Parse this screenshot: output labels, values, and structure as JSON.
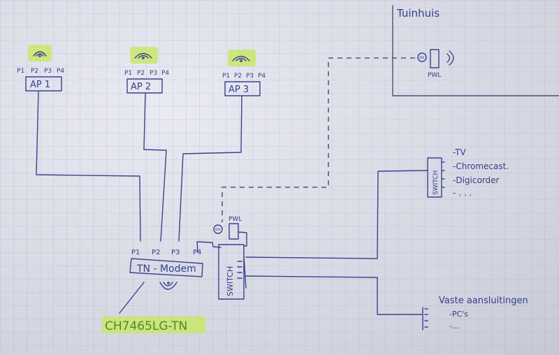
{
  "access_points": [
    {
      "label": "AP 1",
      "ports": [
        "P1",
        "P2",
        "P3",
        "P4"
      ]
    },
    {
      "label": "AP 2",
      "ports": [
        "P1",
        "P2",
        "P3",
        "P4"
      ]
    },
    {
      "label": "AP 3",
      "ports": [
        "P1",
        "P2",
        "P3",
        "P4"
      ]
    }
  ],
  "modem": {
    "label": "TN - Modem",
    "ports": [
      "P1",
      "P2",
      "P3",
      "P4"
    ],
    "model": "CH7465LG-TN"
  },
  "main_switch": {
    "label": "SWITCH",
    "pwl_label": "PWL"
  },
  "tuinhuis": {
    "title": "Tuinhuis",
    "pwl_label": "PWL"
  },
  "tv_switch": {
    "label": "SWITCH",
    "devices": [
      "-TV",
      "-Chromecast.",
      "-Digicorder",
      "- . . ."
    ]
  },
  "fixed": {
    "title": "Vaste aansluitingen",
    "items": [
      "-PC's",
      "-..."
    ]
  },
  "colors": {
    "ink": "#3a4290",
    "highlight": "#c9e86a"
  }
}
